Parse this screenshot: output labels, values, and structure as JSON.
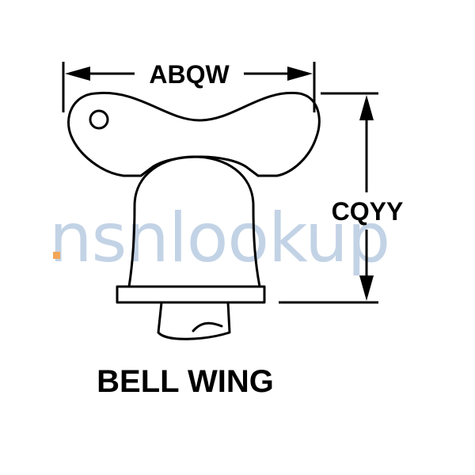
{
  "dimensions": {
    "width_label": "ABQW",
    "height_label": "CQYY"
  },
  "caption": "BELL WING",
  "watermark": {
    "text": "nsnlookup",
    "color": "#c3d3e6",
    "dot_color": "#f2a65a"
  },
  "colors": {
    "line": "#000000",
    "background": "#ffffff"
  }
}
